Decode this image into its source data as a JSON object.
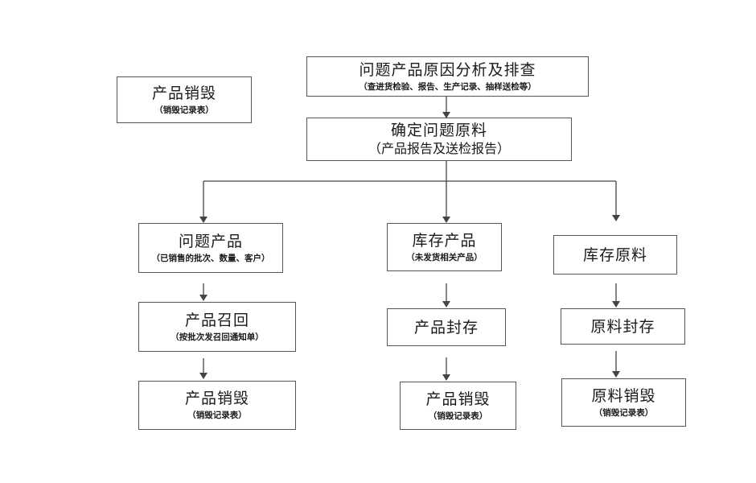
{
  "nodes": {
    "destroy_top": {
      "title": "产品销毁",
      "sub": "（销毁记录表）"
    },
    "analysis": {
      "title": "问题产品原因分析及排查",
      "sub": "（查进货检验、报告、生产记录、抽样送检等）"
    },
    "determine": {
      "title": "确定问题原料",
      "sub": "（产品报告及送检报告）"
    },
    "problem_product": {
      "title": "问题产品",
      "sub": "（已销售的批次、数量、客户）"
    },
    "stock_product": {
      "title": "库存产品",
      "sub": "（未发货相关产品）"
    },
    "stock_material": {
      "title": "库存原料"
    },
    "recall": {
      "title": "产品召回",
      "sub": "（按批次发召回通知单）"
    },
    "seal_product": {
      "title": "产品封存"
    },
    "seal_material": {
      "title": "原料封存"
    },
    "destroy_left": {
      "title": "产品销毁",
      "sub": "（销毁记录表）"
    },
    "destroy_mid": {
      "title": "产品销毁",
      "sub": "（销毁记录表）"
    },
    "destroy_material": {
      "title": "原料销毁",
      "sub": "（销毁记录表）"
    }
  }
}
